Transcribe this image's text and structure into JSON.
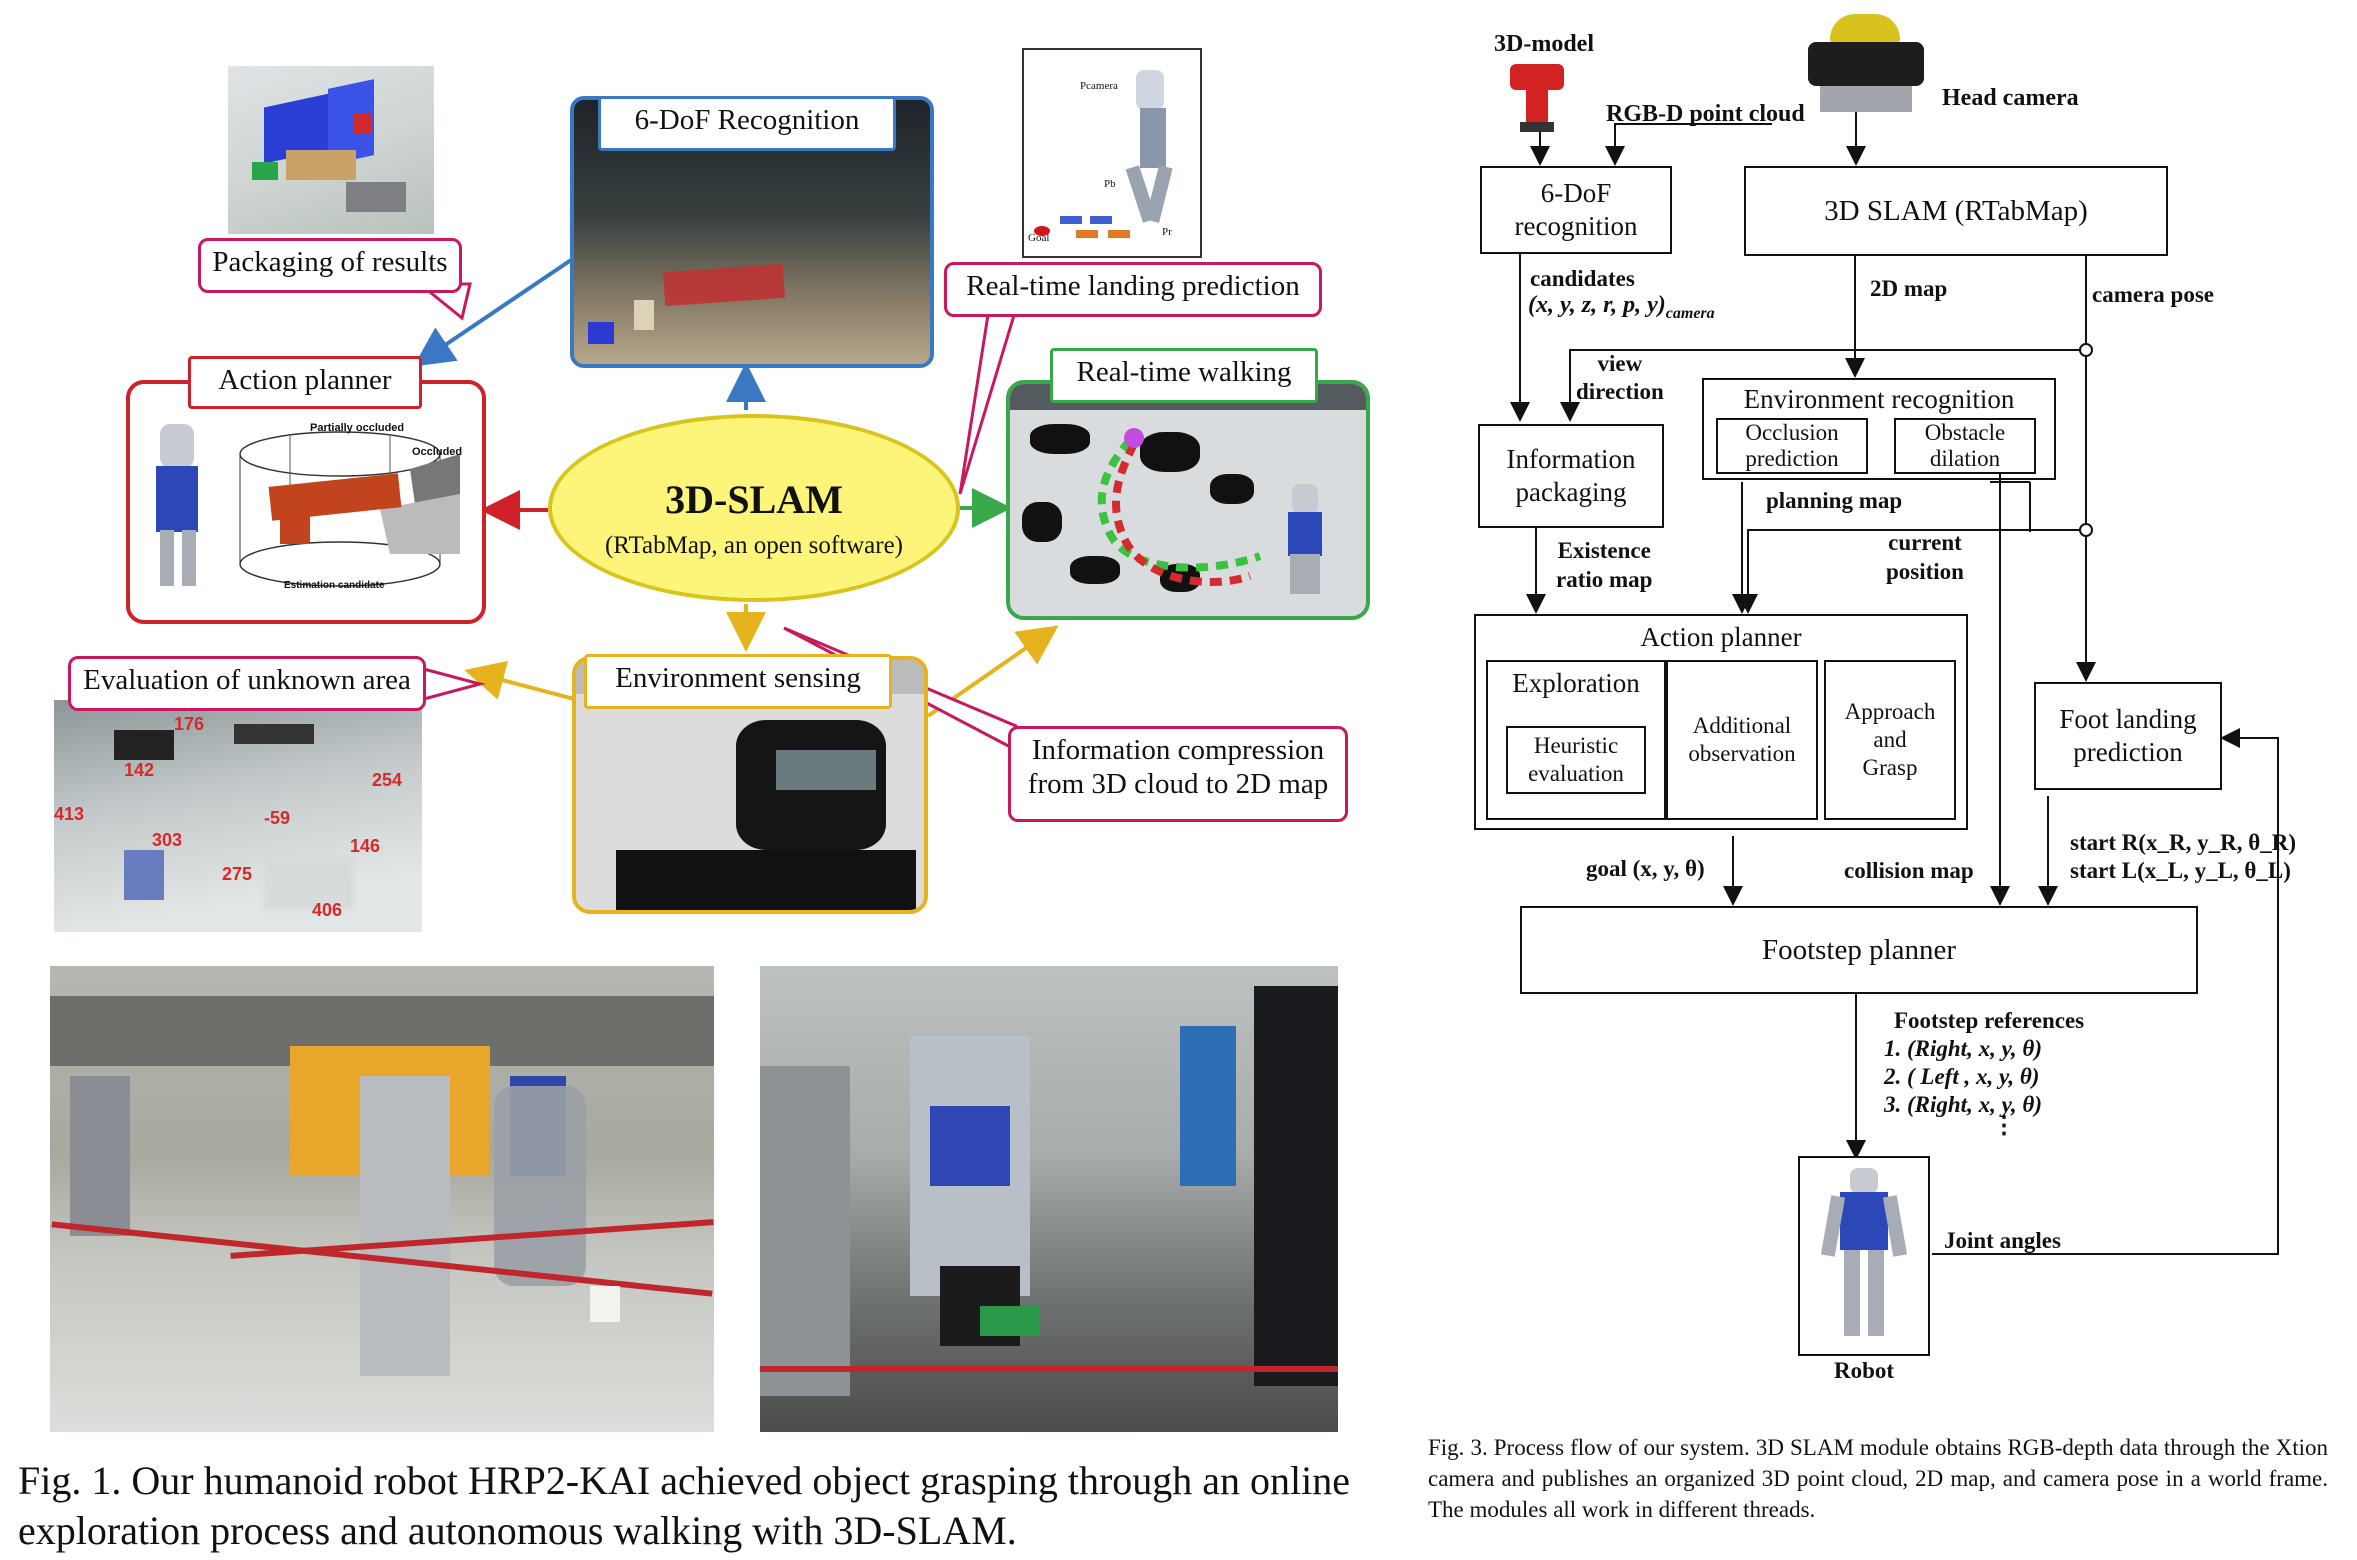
{
  "fig1": {
    "center_title": "3D-SLAM",
    "center_subtitle": "(RTabMap, an open software)",
    "recognition_title": "6-DoF Recognition",
    "planner_title": "Action planner",
    "walking_title": "Real-time walking",
    "sensing_title": "Environment sensing",
    "callout_packaging": "Packaging of results",
    "callout_landing": "Real-time landing prediction",
    "callout_unknown": "Evaluation of unknown area",
    "callout_compression_1": "Information compression",
    "callout_compression_2": "from 3D cloud to 2D map",
    "planner_label_partial": "Partially occluded",
    "planner_label_occluded": "Occluded",
    "planner_label_candidate": "Estimation candidate",
    "walk_labels": {
      "camera": "Pcamera",
      "b": "Pb",
      "r": "Pr",
      "goal": "Goal"
    },
    "area_numbers": [
      "176",
      "142",
      "413",
      "303",
      "275",
      "406",
      "-59",
      "146",
      "254"
    ],
    "caption": "Fig. 1.  Our humanoid robot HRP2-KAI achieved object grasping through an online exploration process and autonomous walking with 3D-SLAM."
  },
  "fig3": {
    "model_label": "3D-model",
    "head_camera": "Head camera",
    "rgbd": "RGB-D point cloud",
    "recognition_1": "6-DoF",
    "recognition_2": "recognition",
    "slam": "3D SLAM (RTabMap)",
    "candidates": "candidates",
    "candidates_eq": "(x, y, z, r, p, y)",
    "candidates_sub": "camera",
    "map2d": "2D map",
    "camera_pose": "camera pose",
    "view_direction_1": "view",
    "view_direction_2": "direction",
    "env_recognition": "Environment recognition",
    "occlusion_1": "Occlusion",
    "occlusion_2": "prediction",
    "obstacle_1": "Obstacle",
    "obstacle_2": "dilation",
    "info_pack_1": "Information",
    "info_pack_2": "packaging",
    "planning_map": "planning map",
    "existence_1": "Existence",
    "existence_2": "ratio map",
    "current_1": "current",
    "current_2": "position",
    "action_planner": "Action planner",
    "exploration": "Exploration",
    "heuristic_1": "Heuristic",
    "heuristic_2": "evaluation",
    "additional_1": "Additional",
    "additional_2": "observation",
    "approach_1": "Approach",
    "approach_2": "and",
    "approach_3": "Grasp",
    "foot_landing_1": "Foot landing",
    "foot_landing_2": "prediction",
    "goal": "goal (x, y, θ)",
    "collision_map": "collision map",
    "start_r": "start R(x_R, y_R, θ_R)",
    "start_l": "start L(x_L, y_L, θ_L)",
    "footstep_planner": "Footstep planner",
    "footstep_refs": "Footstep references",
    "ref1": "1.   (Right, x, y, θ)",
    "ref2": "2.   ( Left , x, y, θ)",
    "ref3": "3.   (Right, x, y, θ)",
    "ellipsis": "⋮",
    "joint_angles": "Joint angles",
    "robot": "Robot",
    "caption": "Fig. 3.  Process flow of our system. 3D SLAM module obtains RGB-depth data through the Xtion camera and publishes an organized 3D point cloud, 2D map, and camera pose in a world frame. The modules all work in different threads."
  }
}
